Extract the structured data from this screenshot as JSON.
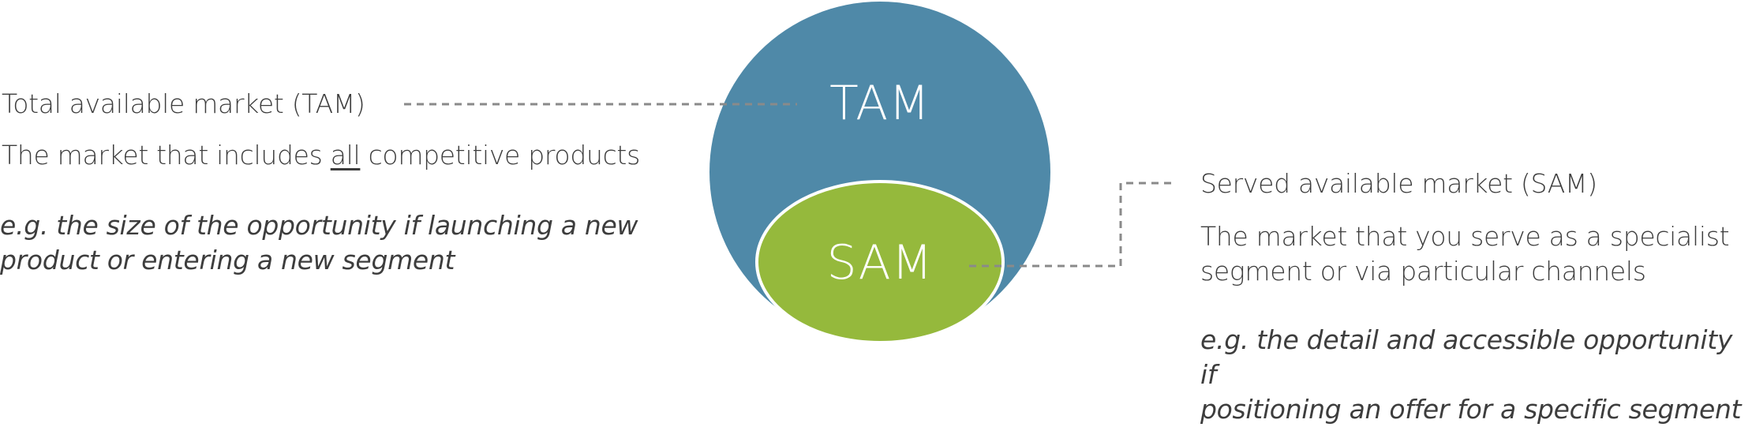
{
  "colors": {
    "tam_fill": "#4f89a8",
    "sam_fill": "#95b93c",
    "connector": "#8a8a8a",
    "text": "#3d3d3d"
  },
  "tam": {
    "circle_label": "TAM",
    "title": "Total available market (TAM)",
    "desc_before": "The market that includes ",
    "desc_emphasis": "all",
    "desc_after": " competitive products",
    "example_line1": "e.g. the size of the opportunity if launching a new",
    "example_line2": "product or entering a new segment"
  },
  "sam": {
    "circle_label": "SAM",
    "title": "Served available market (SAM)",
    "desc_line1": "The market that you serve as a specialist",
    "desc_line2": "segment or via particular channels",
    "example_line1": "e.g. the detail and accessible opportunity if",
    "example_line2": "positioning an offer for a specific segment"
  }
}
